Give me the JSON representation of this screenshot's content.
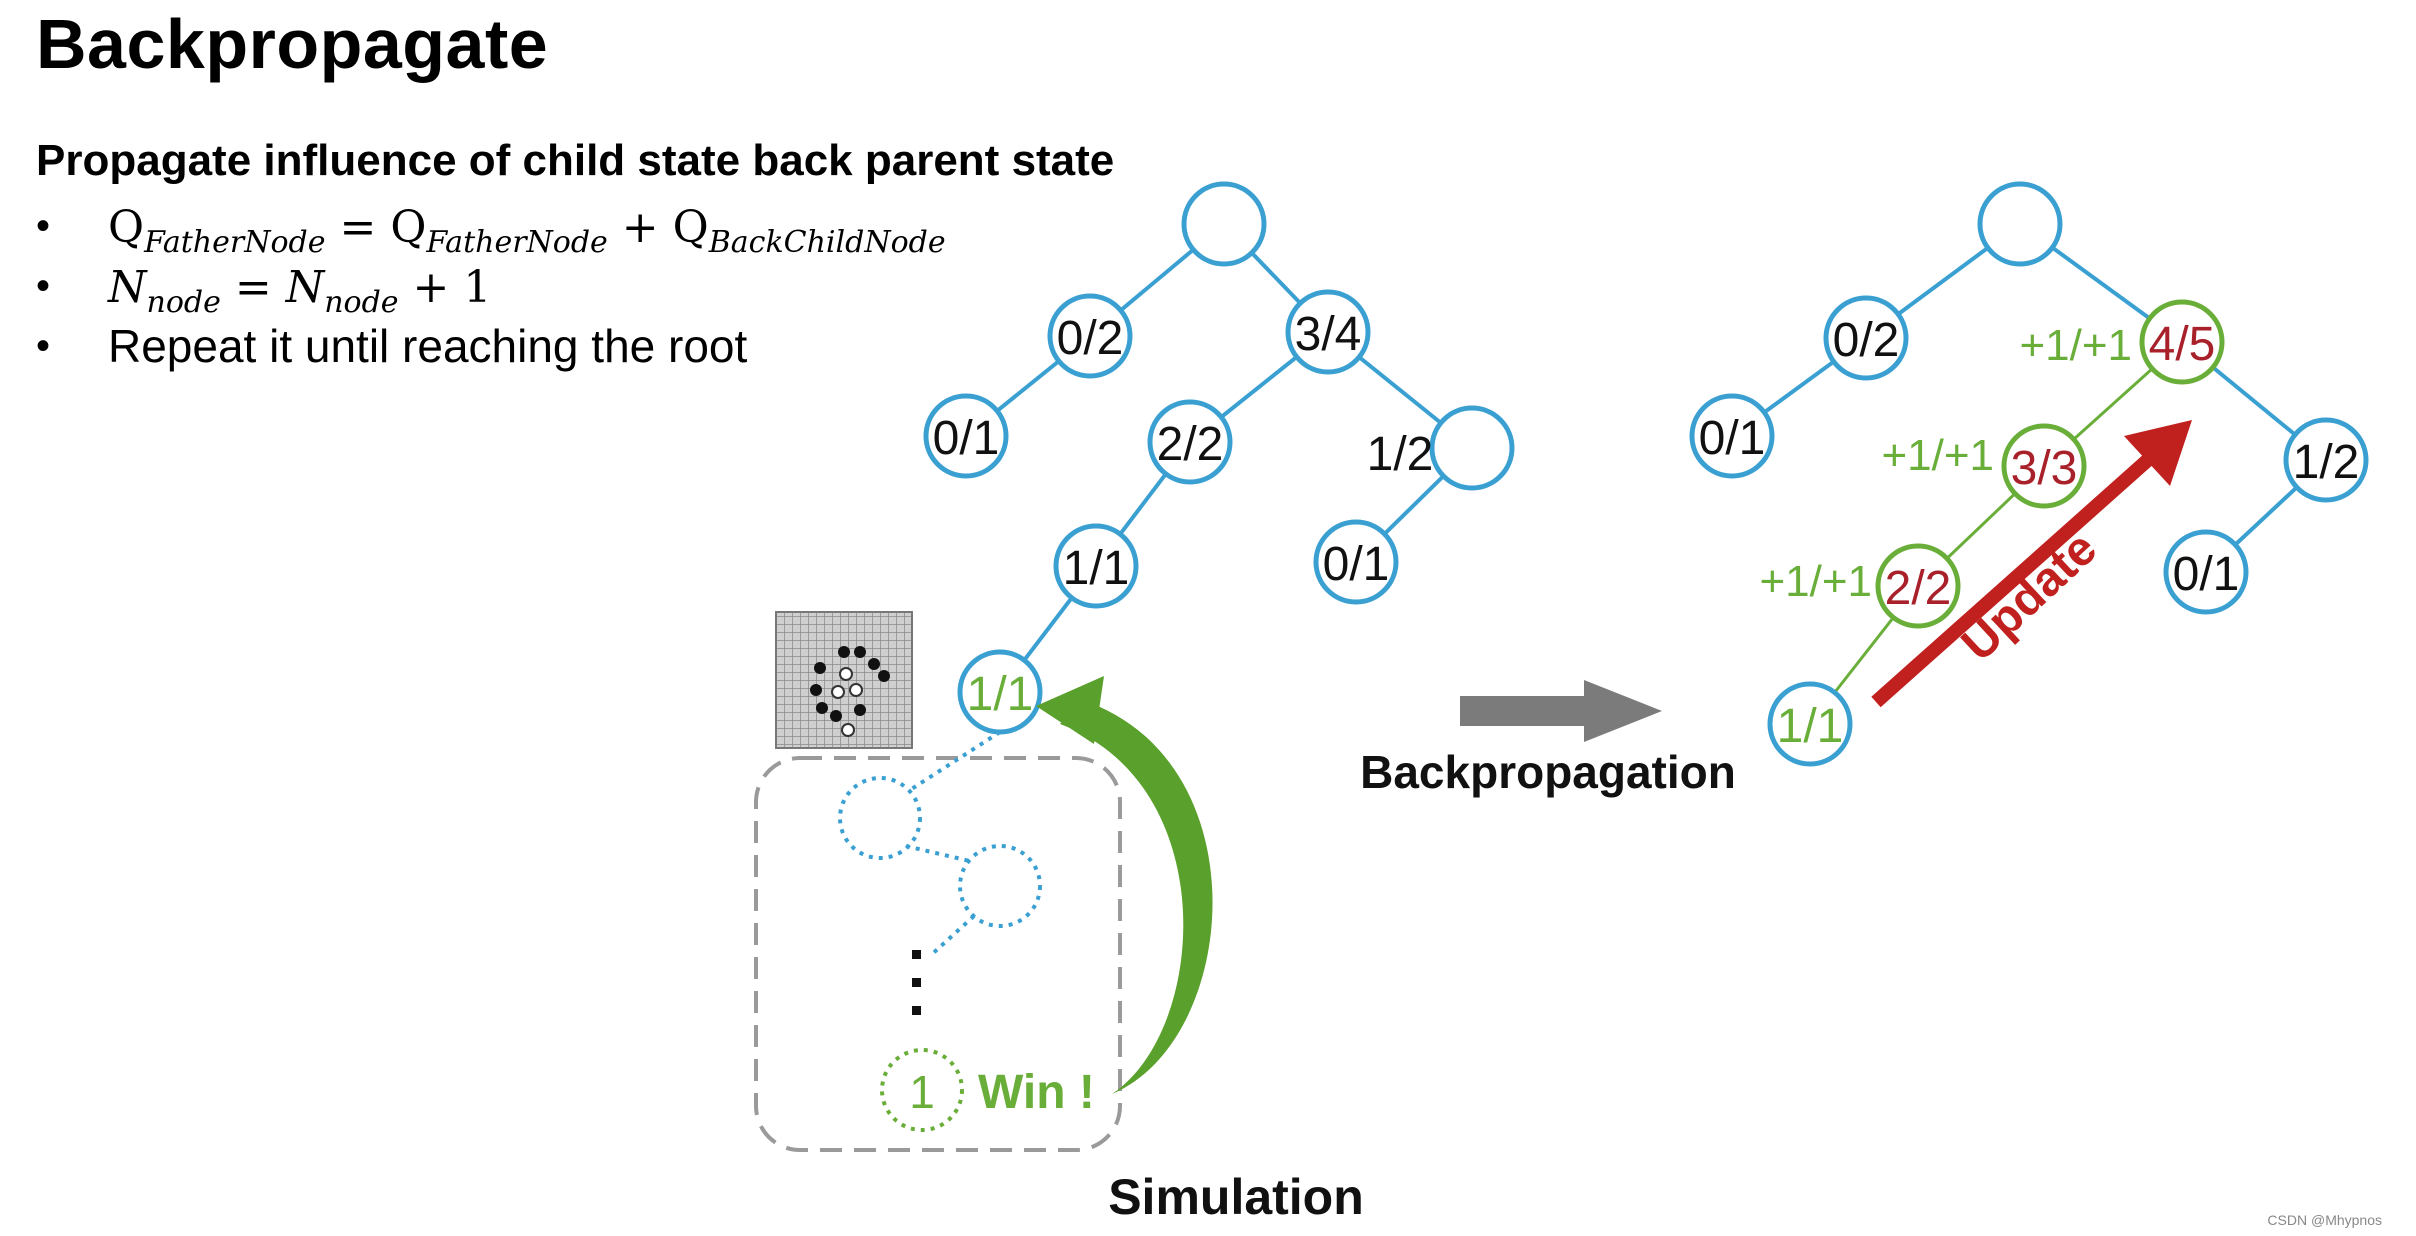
{
  "slide": {
    "title": "Backpropagate",
    "subtitle": "Propagate influence of child state back parent state",
    "bullets": {
      "b1_lhs": "Q",
      "b1_lhs_sub": "FatherNode",
      "b1_eq": " = Q",
      "b1_rhs1_sub": "FatherNode",
      "b1_plus": " + Q",
      "b1_rhs2_sub": "BackChildNode",
      "b2_lhs": "N",
      "b2_lhs_sub": "node",
      "b2_eq": " = ",
      "b2_rhs": "N",
      "b2_rhs_sub": "node",
      "b2_tail": " + 1",
      "b3_text": "Repeat it until reaching the root"
    }
  },
  "left_tree": {
    "nodes": {
      "root": "",
      "n02": "0/2",
      "n34": "3/4",
      "n01": "0/1",
      "n22": "2/2",
      "n12_label": "1/2",
      "n12": "",
      "n11": "1/1",
      "n01b": "0/1",
      "leaf": "1/1"
    },
    "simulation_result": "1",
    "win_label": "Win !",
    "caption": "Simulation"
  },
  "arrow_label": "Backpropagation",
  "right_tree": {
    "nodes": {
      "root": "",
      "n02": "0/2",
      "n45": "4/5",
      "n01": "0/1",
      "n33": "3/3",
      "n12": "1/2",
      "n22": "2/2",
      "n01b": "0/1",
      "leaf": "1/1"
    },
    "increments": {
      "n45": "+1/+1",
      "n33": "+1/+1",
      "n22": "+1/+1"
    },
    "update_label": "Update"
  },
  "footer": "CSDN @Mhypnos",
  "colors": {
    "node_blue": "#3aa0d2",
    "update_green": "#6aae3a",
    "value_red": "#a8202a",
    "arrow_gray": "#7b7b7b",
    "win_green": "#5aa02c"
  }
}
